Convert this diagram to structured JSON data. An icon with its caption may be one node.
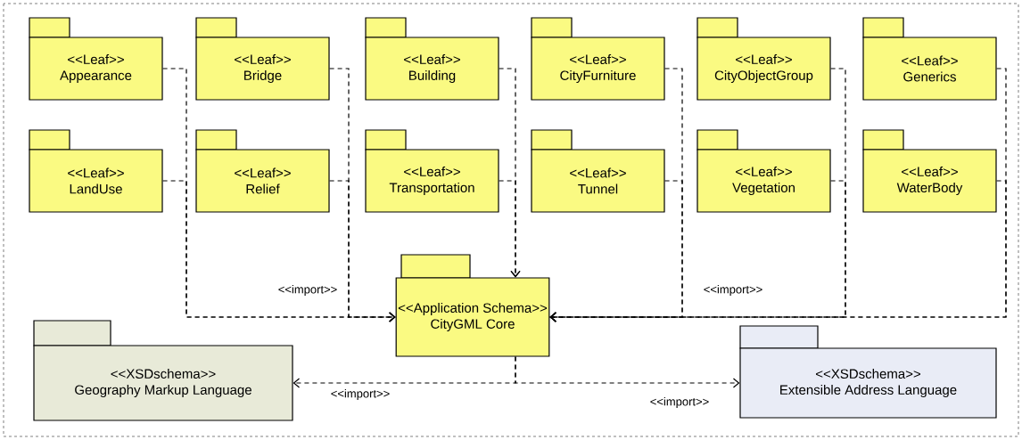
{
  "diagram": {
    "nodes": [
      {
        "text": [
          "<<Leaf>>",
          "Appearance"
        ]
      },
      {
        "text": [
          "<<Leaf>>",
          "Bridge"
        ]
      },
      {
        "text": [
          "<<Leaf>>",
          "Building"
        ]
      },
      {
        "text": [
          "<<Leaf>>",
          "CityFurniture"
        ]
      },
      {
        "text": [
          "<<Leaf>>",
          "CityObjectGroup"
        ]
      },
      {
        "text": [
          "<<Leaf>>",
          "Generics"
        ]
      },
      {
        "text": [
          "<<Leaf>>",
          "LandUse"
        ]
      },
      {
        "text": [
          "<<Leaf>>",
          "Relief"
        ]
      },
      {
        "text": [
          "<<Leaf>>",
          "Transportation"
        ]
      },
      {
        "text": [
          "<<Leaf>>",
          "Tunnel"
        ]
      },
      {
        "text": [
          "<<Leaf>>",
          "Vegetation"
        ]
      },
      {
        "text": [
          "<<Leaf>>",
          "WaterBody"
        ]
      },
      {
        "text": [
          "<<Application Schema>>",
          "CityGML Core"
        ]
      },
      {
        "text": [
          "<<XSDschema>>",
          "Geography Markup Language"
        ]
      },
      {
        "text": [
          "<<XSDschema>>",
          "Extensible Address Language"
        ]
      }
    ],
    "edges": [
      {
        "from": 0,
        "to": 12,
        "arrow": "to",
        "style": "dashed"
      },
      {
        "from": 1,
        "to": 12,
        "arrow": "to",
        "style": "dashed"
      },
      {
        "from": 2,
        "to": 12,
        "arrow": "to",
        "style": "dashed"
      },
      {
        "from": 3,
        "to": 12,
        "arrow": "to",
        "style": "dashed"
      },
      {
        "from": 4,
        "to": 12,
        "arrow": "to",
        "style": "dashed"
      },
      {
        "from": 5,
        "to": 12,
        "arrow": "to",
        "style": "dashed"
      },
      {
        "from": 6,
        "to": 12,
        "arrow": "to",
        "style": "dashed"
      },
      {
        "from": 7,
        "to": 12,
        "arrow": "to",
        "style": "dashed",
        "label": "<<import>>"
      },
      {
        "from": 8,
        "to": 12,
        "arrow": "to",
        "style": "dashed"
      },
      {
        "from": 9,
        "to": 12,
        "arrow": "to",
        "style": "dashed",
        "label": "<<import>>"
      },
      {
        "from": 10,
        "to": 12,
        "arrow": "to",
        "style": "dashed"
      },
      {
        "from": 11,
        "to": 12,
        "arrow": "to",
        "style": "dashed"
      },
      {
        "from": 12,
        "to": 13,
        "arrow": "to",
        "style": "dashed",
        "label": "<<import>>"
      },
      {
        "from": 12,
        "to": 14,
        "arrow": "to",
        "style": "dashed",
        "label": "<<import>>"
      }
    ]
  }
}
